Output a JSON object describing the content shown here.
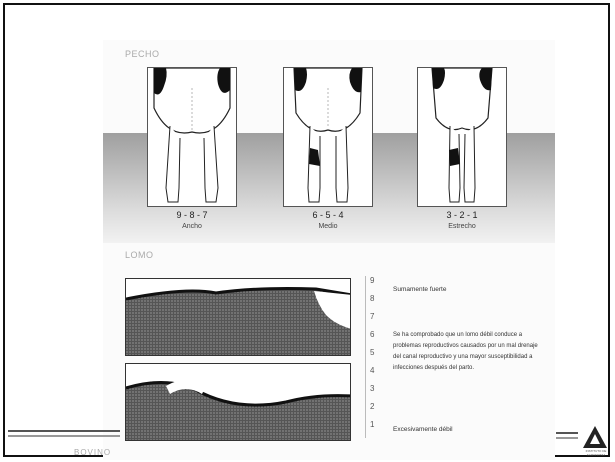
{
  "chest": {
    "title": "PECHO",
    "panels": [
      {
        "score": "9 - 8 - 7",
        "label": "Ancho"
      },
      {
        "score": "6 - 5 - 4",
        "label": "Medio"
      },
      {
        "score": "3 - 2 - 1",
        "label": "Estrecho"
      }
    ]
  },
  "loin": {
    "title": "LOMO",
    "scale": [
      "9",
      "8",
      "7",
      "6",
      "5",
      "4",
      "3",
      "2",
      "1"
    ],
    "strong_label": "Sumamente fuerte",
    "weak_label": "Excesivamente débil",
    "paragraph": "Se ha comprobado que un lomo débil conduce a problemas reproductivos causados por un mal drenaje del canal reproductivo y una mayor susceptibilidad a infecciones después del parto."
  },
  "footer": {
    "text": "BOVINO"
  },
  "logo": {
    "name": "triangle-logo-icon",
    "text": "INSTITUTO DE AGRONOMIA"
  }
}
